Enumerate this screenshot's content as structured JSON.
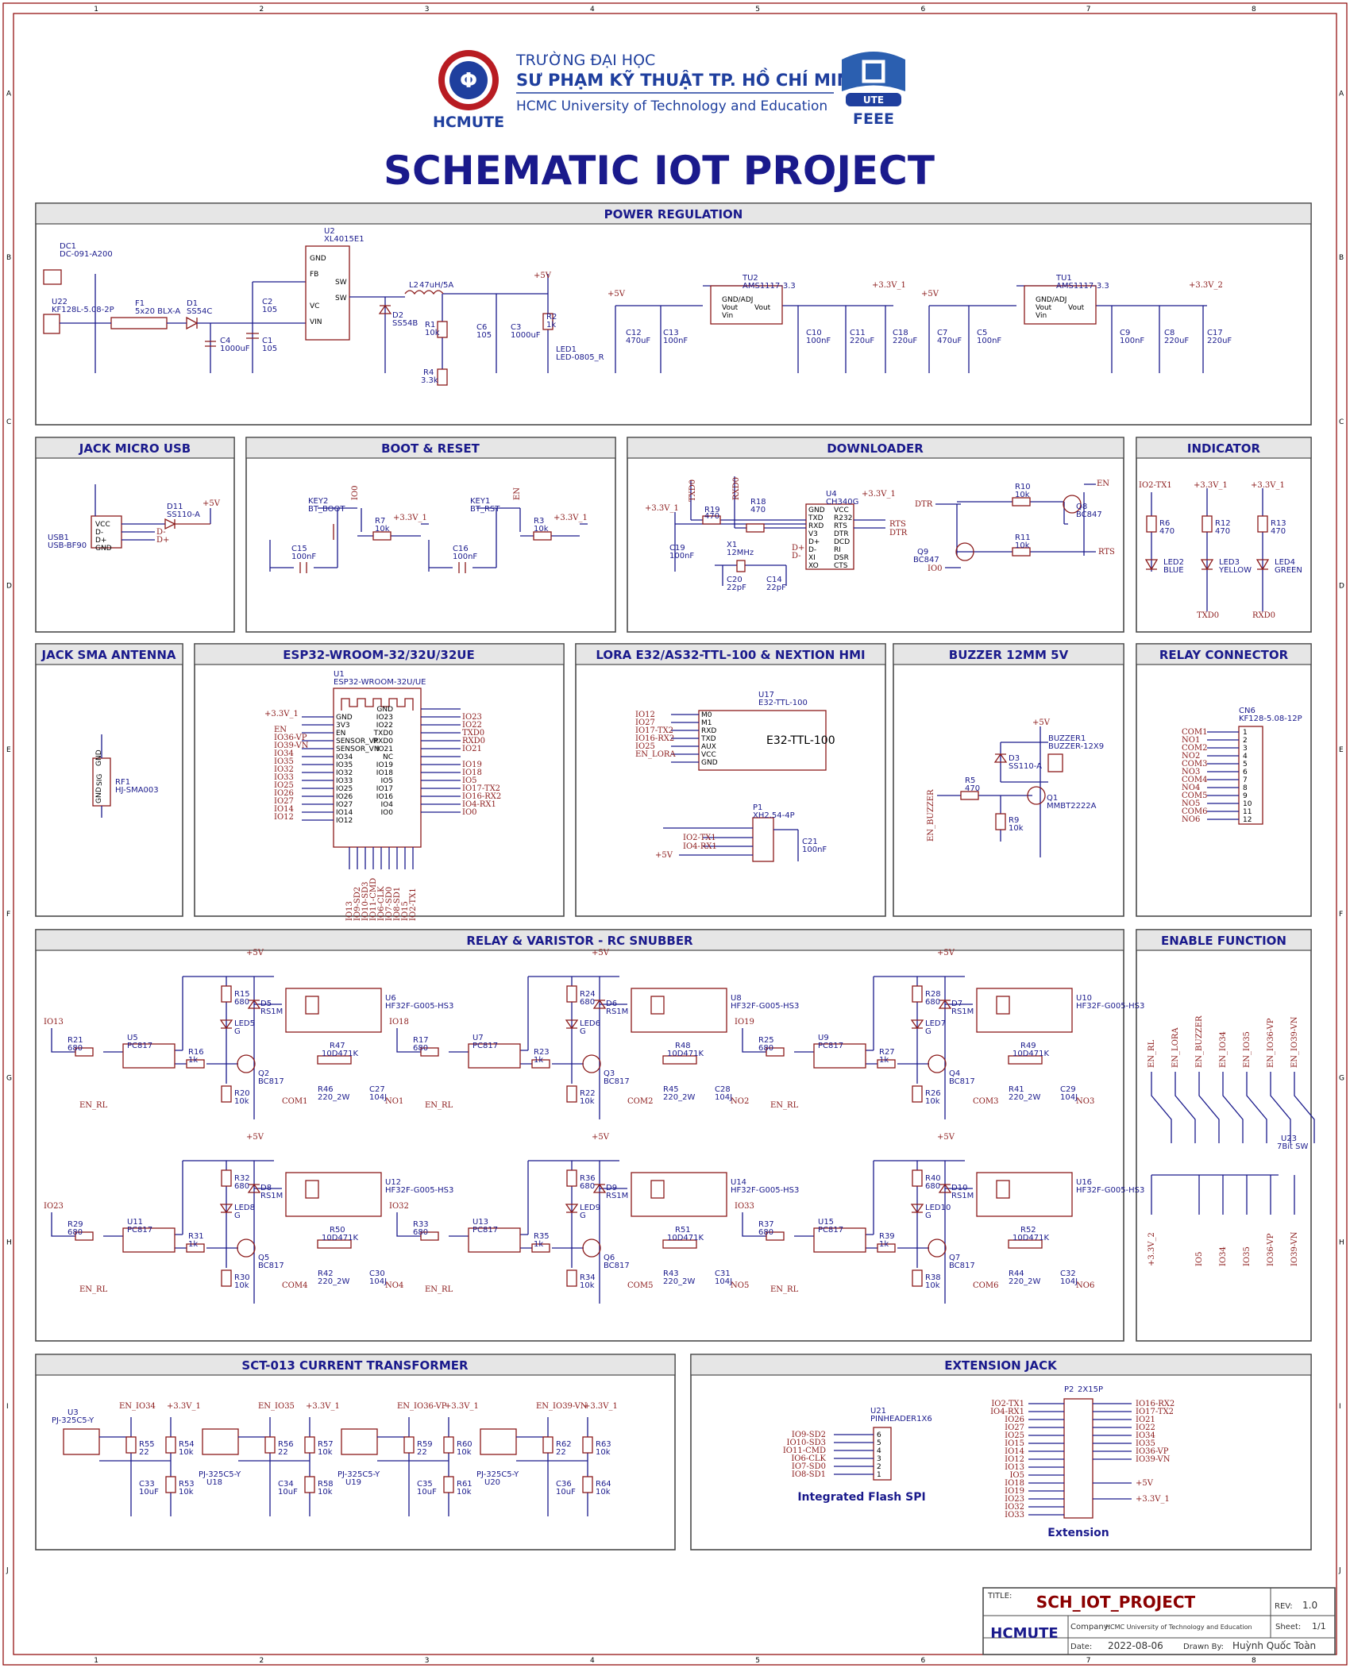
{
  "header": {
    "university_line1": "TRƯỜNG ĐẠI HỌC",
    "university_line2": "SƯ PHẠM KỸ THUẬT TP. HỒ CHÍ MINH",
    "university_line3": "HCMC University of Technology and Education",
    "logo_left": "HCMUTE",
    "logo_right_badge": "UTE",
    "logo_right": "FEEE",
    "title": "SCHEMATIC IOT PROJECT"
  },
  "frame": {
    "columns": [
      "1",
      "2",
      "3",
      "4",
      "5",
      "6",
      "7",
      "8"
    ],
    "rows": [
      "A",
      "B",
      "C",
      "D",
      "E",
      "F",
      "G",
      "H",
      "I",
      "J"
    ]
  },
  "panels": {
    "power": "POWER REGULATION",
    "usb": "JACK MICRO USB",
    "boot": "BOOT & RESET",
    "downloader": "DOWNLOADER",
    "indicator": "INDICATOR",
    "sma": "JACK SMA ANTENNA",
    "esp32": "ESP32-WROOM-32/32U/32UE",
    "lora": "LORA E32/AS32-TTL-100 & NEXTION HMI",
    "buzzer": "BUZZER 12MM 5V",
    "relay_conn": "RELAY CONNECTOR",
    "relay": "RELAY & VARISTOR - RC SNUBBER",
    "enable": "ENABLE FUNCTION",
    "sct": "SCT-013 CURRENT TRANSFORMER",
    "ext": "EXTENSION JACK"
  },
  "power": {
    "dc1": "DC1",
    "dc1_val": "DC-091-A200",
    "u22": "U22",
    "u22_val": "KF128L-5.08-2P",
    "f1": "F1",
    "f1_val": "5x20 BLX-A",
    "d1": "D1",
    "d1_val": "SS54C",
    "c4": "C4",
    "c4_val": "1000uF",
    "c2": "C2",
    "c2_val": "105",
    "c1": "C1",
    "c1_val": "105",
    "u2": "U2",
    "u2_val": "XL4015E1",
    "u2_pins": [
      "GND",
      "FB",
      "VC",
      "VIN",
      "SW",
      "SW"
    ],
    "l2": "L2",
    "l2_val": "47uH/5A",
    "d2": "D2",
    "d2_val": "SS54B",
    "r1": "R1",
    "r1_val": "10k",
    "r4": "R4",
    "r4_val": "3.3k",
    "c6": "C6",
    "c6_val": "105",
    "c3": "C3",
    "c3_val": "1000uF",
    "r2": "R2",
    "r2_val": "1k",
    "led1": "LED1",
    "led1_val": "LED-0805_R",
    "p5v": "+5V",
    "tu2": "TU2",
    "tu2_val": "AMS1117-3.3",
    "tu1": "TU1",
    "tu1_val": "AMS1117-3.3",
    "ams_pins": [
      "GND/ADJ",
      "Vout",
      "Vin",
      "Vout"
    ],
    "c12": "C12",
    "c12_val": "470uF",
    "c13": "C13",
    "c13_val": "100nF",
    "c10": "C10",
    "c10_val": "100nF",
    "c11": "C11",
    "c11_val": "220uF",
    "c18": "C18",
    "c18_val": "220uF",
    "v33_1": "+3.3V_1",
    "c7": "C7",
    "c7_val": "470uF",
    "c5": "C5",
    "c5_val": "100nF",
    "c9": "C9",
    "c9_val": "100nF",
    "c8": "C8",
    "c8_val": "220uF",
    "c17": "C17",
    "c17_val": "220uF",
    "v33_2": "+3.3V_2"
  },
  "usb": {
    "usb1": "USB1",
    "usb1_val": "USB-BF90",
    "pins": [
      "VCC",
      "D-",
      "D+",
      "GND"
    ],
    "d11": "D11",
    "d11_val": "SS110-A",
    "nets": [
      "D-",
      "D+"
    ],
    "p5v": "+5V"
  },
  "boot": {
    "key2": "KEY2",
    "key2_val": "BT_BOOT",
    "key1": "KEY1",
    "key1_val": "BT_RST",
    "c15": "C15",
    "c15_val": "100nF",
    "c16": "C16",
    "c16_val": "100nF",
    "r7": "R7",
    "r7_val": "10k",
    "r3": "R3",
    "r3_val": "10k",
    "io0": "IO0",
    "en": "EN",
    "v33": "+3.3V_1"
  },
  "downloader": {
    "u4": "U4",
    "u4_val": "CH340G",
    "left_pins": [
      "GND",
      "TXD",
      "RXD",
      "V3",
      "D+",
      "D-",
      "XI",
      "XO"
    ],
    "right_pins": [
      "VCC",
      "R232",
      "RTS",
      "DTR",
      "DCD",
      "RI",
      "DSR",
      "CTS"
    ],
    "r19": "R19",
    "r19_val": "470",
    "r18": "R18",
    "r18_val": "470",
    "c19": "C19",
    "c19_val": "100nF",
    "x1": "X1",
    "x1_val": "12MHz",
    "c20": "C20",
    "c20_val": "22pF",
    "c14": "C14",
    "c14_val": "22pF",
    "r10": "R10",
    "r10_val": "10k",
    "r11": "R11",
    "r11_val": "10k",
    "q8": "Q8",
    "q8_val": "BC847",
    "q9": "Q9",
    "q9_val": "BC847",
    "nets": [
      "TXD0",
      "RXD0",
      "RTS",
      "DTR",
      "EN",
      "IO0",
      "+3.3V_1",
      "D+",
      "D-"
    ]
  },
  "indicator": {
    "r6": "R6",
    "r6_val": "470",
    "r12": "R12",
    "r12_val": "470",
    "r13": "R13",
    "r13_val": "470",
    "led2": "LED2",
    "led2_val": "BLUE",
    "led3": "LED3",
    "led3_val": "YELLOW",
    "led4": "LED4",
    "led4_val": "GREEN",
    "nets": [
      "IO2-TX1",
      "+3.3V_1",
      "+3.3V_1",
      "TXD0",
      "RXD0"
    ]
  },
  "sma": {
    "rf1": "RF1",
    "rf1_val": "HJ-SMA003",
    "pins": [
      "GND",
      "GND",
      "SIG",
      "GND",
      "GND"
    ]
  },
  "esp32": {
    "u1": "U1",
    "u1_val": "ESP32-WROOM-32U/UE",
    "left_pins": [
      "GND",
      "3V3",
      "EN",
      "SENSOR_VP",
      "SENSOR_VN",
      "IO34",
      "IO35",
      "IO32",
      "IO33",
      "IO25",
      "IO26",
      "IO27",
      "IO14",
      "IO12"
    ],
    "right_pins": [
      "GND",
      "IO23",
      "IO22",
      "TXD0",
      "RXD0",
      "IO21",
      "NC",
      "IO19",
      "IO18",
      "IO5",
      "IO17",
      "IO16",
      "IO4",
      "IO0"
    ],
    "left_nets": [
      "+3.3V_1",
      "EN",
      "IO36-VP",
      "IO39-VN",
      "IO34",
      "IO35",
      "IO32",
      "IO33",
      "IO25",
      "IO26",
      "IO27",
      "IO14",
      "IO12"
    ],
    "right_nets": [
      "IO23",
      "IO22",
      "TXD0",
      "RXD0",
      "IO21",
      "IO19",
      "IO18",
      "IO5",
      "IO17-TX2",
      "IO16-RX2",
      "IO4-RX1",
      "IO0"
    ],
    "bottom_nets": [
      "IO13",
      "IO9-SD2",
      "IO10-SD3",
      "IO11-CMD",
      "IO6-CLK",
      "IO7-SD0",
      "IO8-SD1",
      "IO15",
      "IO2-TX1"
    ]
  },
  "lora": {
    "u17": "U17",
    "u17_val": "E32-TTL-100",
    "module_text": "E32-TTL-100",
    "pins": [
      "M0",
      "M1",
      "RXD",
      "TXD",
      "AUX",
      "VCC",
      "GND"
    ],
    "nets": [
      "IO12",
      "IO27",
      "IO17-TX2",
      "IO16-RX2",
      "IO25",
      "EN_LORA"
    ],
    "p1": "P1",
    "p1_val": "XH2.54-4P",
    "p1_nets": [
      "IO2-TX1",
      "IO4-RX1",
      "+5V"
    ],
    "c21": "C21",
    "c21_val": "100nF"
  },
  "buzzer": {
    "bz": "BUZZER1",
    "bz_val": "BUZZER-12X9",
    "d3": "D3",
    "d3_val": "SS110-A",
    "r5": "R5",
    "r5_val": "470",
    "r9": "R9",
    "r9_val": "10k",
    "q1": "Q1",
    "q1_val": "MMBT2222A",
    "nets": [
      "+5V",
      "EN_BUZZER"
    ]
  },
  "relay_conn": {
    "cn6": "CN6",
    "cn6_val": "KF128-5.08-12P",
    "nets": [
      "COM1",
      "NO1",
      "COM2",
      "NO2",
      "COM3",
      "NO3",
      "COM4",
      "NO4",
      "COM5",
      "NO5",
      "COM6",
      "NO6"
    ]
  },
  "relay": {
    "channels": [
      {
        "in": "IO13",
        "r_in": "R21",
        "r_in_val": "680",
        "u_opto": "U5",
        "r_b": "R16",
        "r_top": "R15",
        "r_top_val": "680",
        "led": "LED5",
        "d": "D5",
        "q": "Q2",
        "r_e": "R20",
        "relay": "U6",
        "r_var": "R47",
        "r_snub": "R46",
        "c_snub": "C27",
        "com": "COM1",
        "no": "NO1"
      },
      {
        "in": "IO18",
        "r_in": "R17",
        "r_in_val": "680",
        "u_opto": "U7",
        "r_b": "R23",
        "r_top": "R24",
        "r_top_val": "680",
        "led": "LED6",
        "d": "D6",
        "q": "Q3",
        "r_e": "R22",
        "relay": "U8",
        "r_var": "R48",
        "r_snub": "R45",
        "c_snub": "C28",
        "com": "COM2",
        "no": "NO2"
      },
      {
        "in": "IO19",
        "r_in": "R25",
        "r_in_val": "680",
        "u_opto": "U9",
        "r_b": "R27",
        "r_top": "R28",
        "r_top_val": "680",
        "led": "LED7",
        "d": "D7",
        "q": "Q4",
        "r_e": "R26",
        "relay": "U10",
        "r_var": "R49",
        "r_snub": "R41",
        "c_snub": "C29",
        "com": "COM3",
        "no": "NO3"
      },
      {
        "in": "IO23",
        "r_in": "R29",
        "r_in_val": "680",
        "u_opto": "U11",
        "r_b": "R31",
        "r_top": "R32",
        "r_top_val": "680",
        "led": "LED8",
        "d": "D8",
        "q": "Q5",
        "r_e": "R30",
        "relay": "U12",
        "r_var": "R50",
        "r_snub": "R42",
        "c_snub": "C30",
        "com": "COM4",
        "no": "NO4"
      },
      {
        "in": "IO32",
        "r_in": "R33",
        "r_in_val": "680",
        "u_opto": "U13",
        "r_b": "R35",
        "r_top": "R36",
        "r_top_val": "680",
        "led": "LED9",
        "d": "D9",
        "q": "Q6",
        "r_e": "R34",
        "relay": "U14",
        "r_var": "R51",
        "r_snub": "R43",
        "c_snub": "C31",
        "com": "COM5",
        "no": "NO5"
      },
      {
        "in": "IO33",
        "r_in": "R37",
        "r_in_val": "680",
        "u_opto": "U15",
        "r_b": "R39",
        "r_top": "R40",
        "r_top_val": "680",
        "led": "LED10",
        "d": "D10",
        "q": "Q7",
        "r_e": "R38",
        "relay": "U16",
        "r_var": "R52",
        "r_snub": "R44",
        "c_snub": "C32",
        "com": "COM6",
        "no": "NO6"
      }
    ],
    "common": {
      "opto_val": "PC817",
      "rb_val": "1k",
      "re_val": "10k",
      "q_val": "BC817",
      "d_val": "RS1M",
      "led_val": "G",
      "relay_val": "HF32F-G005-HS3",
      "var_val": "10D471K",
      "snub_r_val": "220_2W",
      "snub_c_val": "104J",
      "en": "EN_RL",
      "p5v": "+5V"
    }
  },
  "enable": {
    "u23": "U23",
    "u23_val": "7Bit SW",
    "top_nets": [
      "EN_RL",
      "EN_LORA",
      "EN_BUZZER",
      "EN_IO34",
      "EN_IO35",
      "EN_IO36-VP",
      "EN_IO39-VN"
    ],
    "bottom_nets": [
      "+3.3V_2",
      "IO5",
      "IO34",
      "IO35",
      "IO36-VP",
      "IO39-VN"
    ]
  },
  "sct": {
    "channels": [
      {
        "u": "U3",
        "en": "EN_IO34",
        "r_a": "R55",
        "r_b": "R54",
        "r_c": "R53",
        "c": "C33"
      },
      {
        "u": "U18",
        "en": "EN_IO35",
        "r_a": "R56",
        "r_b": "R57",
        "r_c": "R58",
        "c": "C34"
      },
      {
        "u": "U19",
        "en": "EN_IO36-VP",
        "r_a": "R59",
        "r_b": "R60",
        "r_c": "R61",
        "c": "C35"
      },
      {
        "u": "U20",
        "en": "EN_IO39-VN",
        "r_a": "R62",
        "r_b": "R63",
        "r_c": "R64",
        "c": "C36"
      }
    ],
    "common": {
      "jack": "PJ-325C5-Y",
      "ra_val": "22",
      "rb_val": "10k",
      "c_val": "10uF",
      "v33": "+3.3V_1"
    }
  },
  "ext": {
    "u21": "U21",
    "u21_val": "PINHEADER1X6",
    "flash_nets": [
      "IO9-SD2",
      "IO10-SD3",
      "IO11-CMD",
      "IO6-CLK",
      "IO7-SD0",
      "IO8-SD1"
    ],
    "flash_caption": "Integrated Flash SPI",
    "p2": "P2",
    "p2_val": "2X15P",
    "left_nets": [
      "IO2-TX1",
      "IO4-RX1",
      "IO26",
      "IO27",
      "IO25",
      "IO15",
      "IO14",
      "IO12",
      "IO13",
      "IO5",
      "IO18",
      "IO19",
      "IO23",
      "IO32",
      "IO33"
    ],
    "right_nets": [
      "IO16-RX2",
      "IO17-TX2",
      "IO21",
      "IO22",
      "IO34",
      "IO35",
      "IO36-VP",
      "IO39-VN",
      "+5V",
      "+3.3V_1"
    ],
    "caption": "Extension"
  },
  "titleblock": {
    "title_label": "TITLE:",
    "title": "SCH_IOT_PROJECT",
    "rev_label": "REV:",
    "rev": "1.0",
    "logo": "HCMUTE",
    "company_label": "Company:",
    "company": "HCMC University of Technology and Education",
    "sheet_label": "Sheet:",
    "sheet": "1/1",
    "date_label": "Date:",
    "date": "2022-08-06",
    "drawn_label": "Drawn By:",
    "drawn": "Huỳnh Quốc Toàn"
  }
}
